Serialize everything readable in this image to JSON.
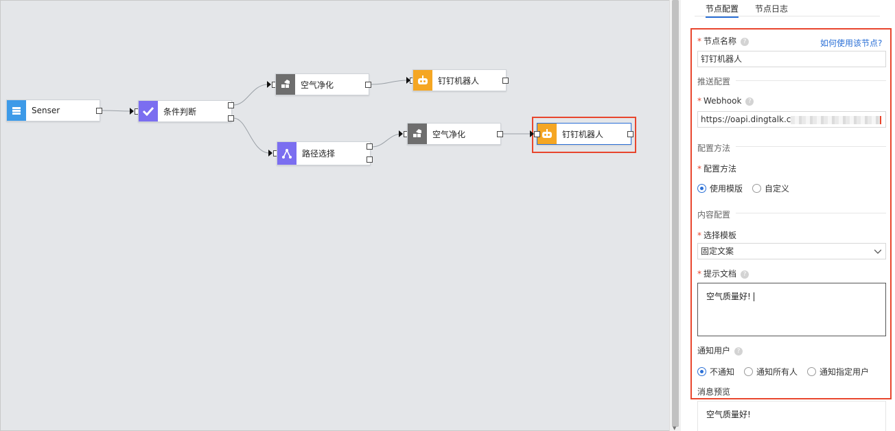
{
  "canvas": {
    "nodes": [
      {
        "id": "senser",
        "label": "Senser",
        "icon": "sensor-icon",
        "color": "#3d9ae8"
      },
      {
        "id": "condition",
        "label": "条件判断",
        "icon": "check-icon",
        "color": "#7b6ef0"
      },
      {
        "id": "air1",
        "label": "空气净化",
        "icon": "blocks-icon",
        "color": "#6e6e6e"
      },
      {
        "id": "robot1",
        "label": "钉钉机器人",
        "icon": "robot-icon",
        "color": "#f5a623"
      },
      {
        "id": "route",
        "label": "路径选择",
        "icon": "route-icon",
        "color": "#7b6ef0"
      },
      {
        "id": "air2",
        "label": "空气净化",
        "icon": "blocks-icon",
        "color": "#6e6e6e"
      },
      {
        "id": "robot2",
        "label": "钉钉机器人",
        "icon": "robot-icon",
        "color": "#f5a623",
        "selected": true
      }
    ],
    "highlight_color": "#e8452c"
  },
  "panel": {
    "tabs": [
      {
        "label": "节点配置",
        "active": true
      },
      {
        "label": "节点日志",
        "active": false
      }
    ],
    "help_link": "如何使用该节点?",
    "node_name": {
      "label": "节点名称",
      "value": "钉钉机器人"
    },
    "push_section": "推送配置",
    "webhook": {
      "label": "Webhook",
      "value": "https://oapi.dingtalk.c"
    },
    "method_section": "配置方法",
    "method": {
      "label": "配置方法",
      "options": [
        "使用模版",
        "自定义"
      ],
      "selected": "使用模版"
    },
    "content_section": "内容配置",
    "template": {
      "label": "选择模板",
      "value": "固定文案"
    },
    "doc": {
      "label": "提示文档",
      "value": "空气质量好!"
    },
    "notify": {
      "label": "通知用户",
      "options": [
        "不通知",
        "通知所有人",
        "通知指定用户"
      ],
      "selected": "不通知"
    },
    "preview": {
      "label": "消息预览",
      "value": "空气质量好!"
    },
    "accent_color": "#2a6fd6"
  }
}
